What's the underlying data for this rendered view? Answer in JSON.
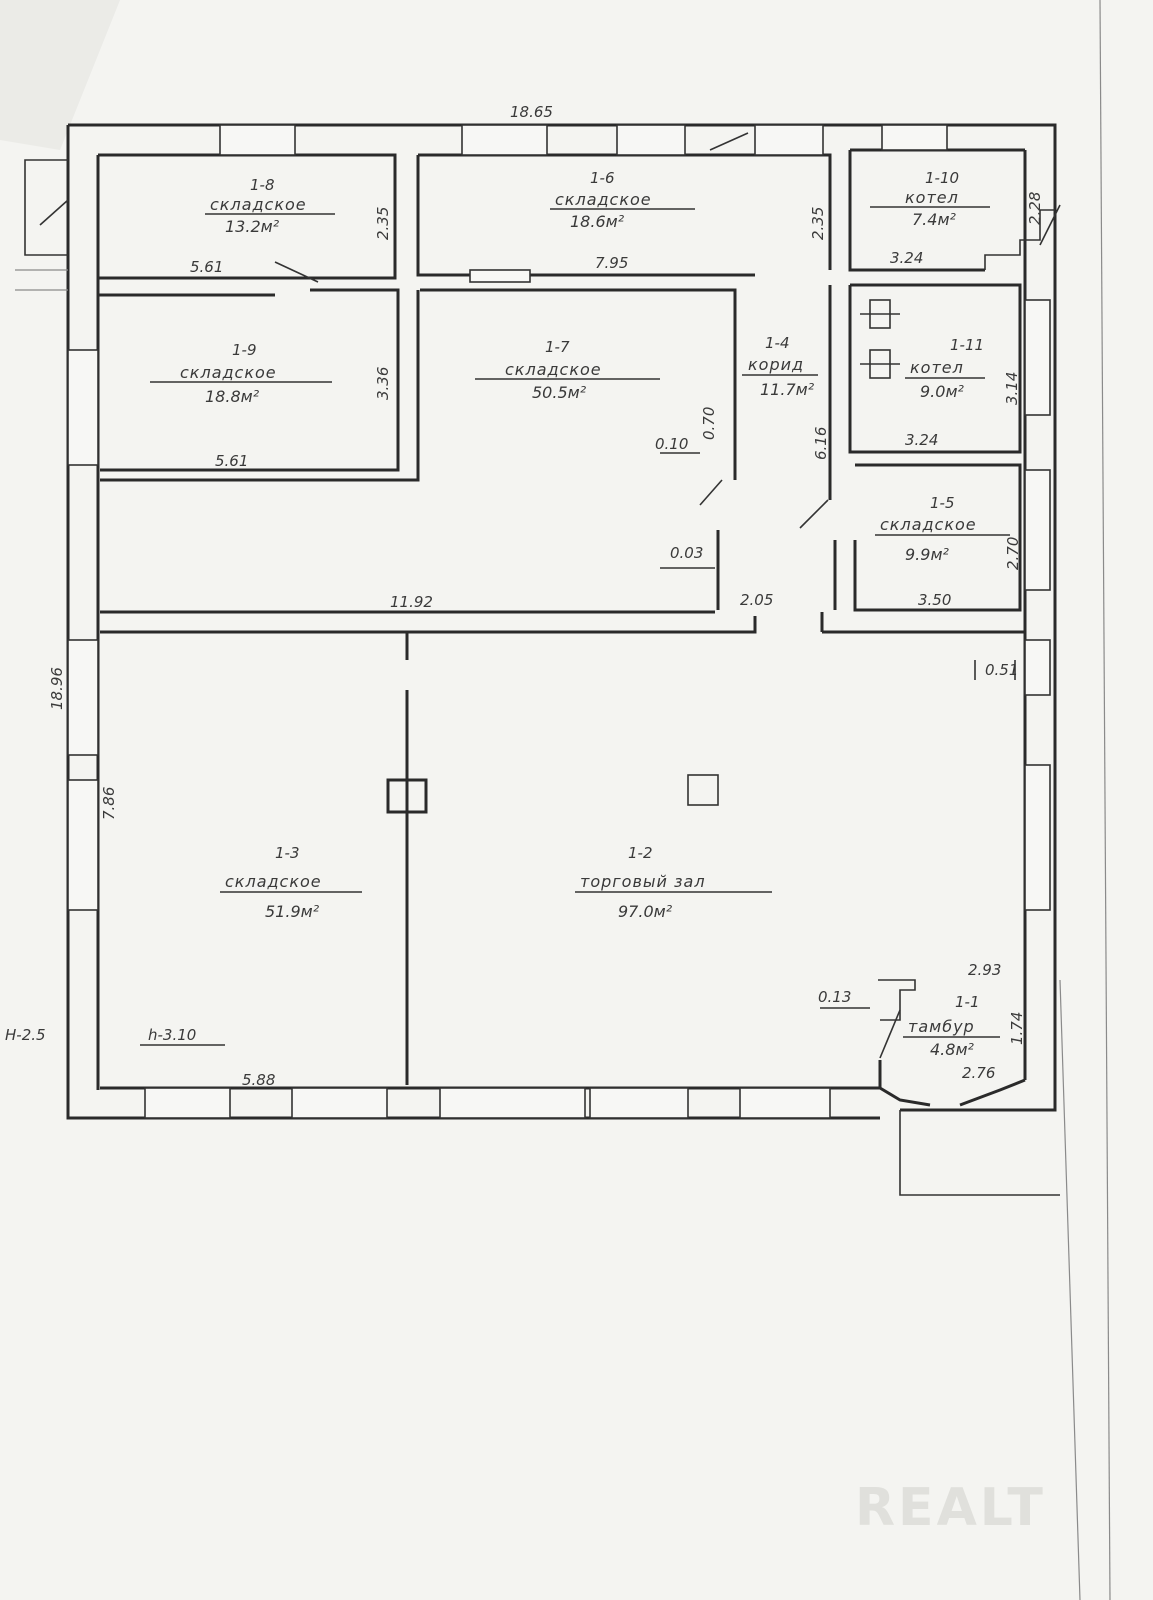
{
  "rooms": [
    {
      "id": "1-8",
      "name": "складское",
      "area": "13.2м²"
    },
    {
      "id": "1-6",
      "name": "складское",
      "area": "18.6м²"
    },
    {
      "id": "1-10",
      "name": "котел",
      "area": "7.4м²"
    },
    {
      "id": "1-9",
      "name": "складское",
      "area": "18.8м²"
    },
    {
      "id": "1-7",
      "name": "складское",
      "area": "50.5м²"
    },
    {
      "id": "1-4",
      "name": "корид",
      "area": "11.7м²"
    },
    {
      "id": "1-11",
      "name": "котел",
      "area": "9.0м²"
    },
    {
      "id": "1-5",
      "name": "складское",
      "area": "9.9м²"
    },
    {
      "id": "1-3",
      "name": "складское",
      "area": "51.9м²"
    },
    {
      "id": "1-2",
      "name": "торговый зал",
      "area": "97.0м²"
    },
    {
      "id": "1-1",
      "name": "тамбур",
      "area": "4.8м²"
    }
  ],
  "dimensions": [
    "18.65",
    "2.35",
    "5.61",
    "2.35",
    "7.95",
    "2.28",
    "3.24",
    "3.36",
    "5.61",
    "0.70",
    "0.10",
    "6.16",
    "3.14",
    "3.24",
    "0.03",
    "2.70",
    "11.92",
    "2.05",
    "3.50",
    "18.96",
    "0.51",
    "7.86",
    "2.93",
    "0.13",
    "1.74",
    "2.76",
    "5.88"
  ],
  "height_note": "h-3.10",
  "margin_note": "H-2.5",
  "watermark": "REALT"
}
